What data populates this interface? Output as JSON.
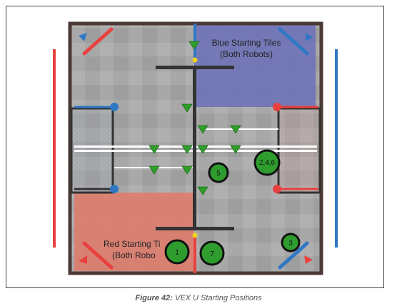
{
  "blue_zone": {
    "line1": "Blue Starting Tiles",
    "line2": "(Both Robots)"
  },
  "red_zone": {
    "line1": "Red Starting Ti",
    "line2": "(Both Robo"
  },
  "positions": [
    {
      "label": "1"
    },
    {
      "label": "7"
    },
    {
      "label": "5"
    },
    {
      "label": "2,4,6"
    },
    {
      "label": "3"
    }
  ],
  "caption": {
    "prefix": "Figure 42:",
    "text": "VEX U Starting Positions"
  },
  "colors": {
    "red_alliance": "#e8413f",
    "blue_alliance": "#2f78c4",
    "blue_tiles": "#6c70b8",
    "red_tiles": "#e07a6a",
    "field_tiles": "#a4a4a4",
    "game_object": "#2f9e2a",
    "start_marker_fill": "#2e9d2e",
    "start_marker_ring": "#111111",
    "center_dot": "#f2d21b"
  }
}
